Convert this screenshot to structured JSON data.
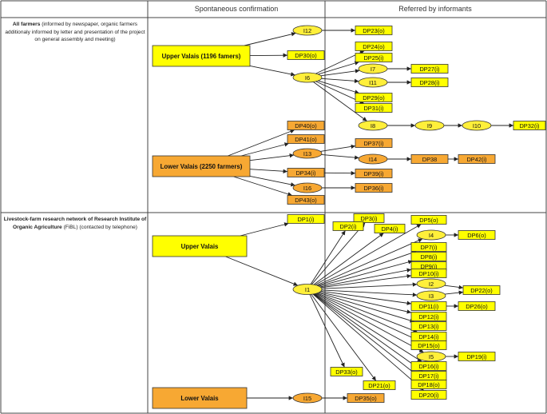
{
  "headers": {
    "spontaneous": "Spontaneous confirmation",
    "referred": "Referred by informants"
  },
  "sections": {
    "all_farmers": {
      "title": "All farmers",
      "detail": "(informed by newspaper, organic farmers additionaly informed by letter and presentation of the project on general assembly and meeting)"
    },
    "network": {
      "title": "Livestock-farm research network of Research Institute of Organic Agriculture",
      "detail": "(FiBL) (contacted by telephone)"
    }
  },
  "colors": {
    "yellow": "#ffff00",
    "orange": "#f7a833",
    "ellipse_yellow": "#ffef3a",
    "ellipse_orange": "#f7a833",
    "stroke": "#333333",
    "grid": "#444444"
  },
  "nodes": {
    "uv1": {
      "label": "Upper Valais (1196 famers)"
    },
    "lv1": {
      "label": "Lower Valais (2250 farmers)"
    },
    "uv2": {
      "label": "Upper Valais"
    },
    "lv2": {
      "label": "Lower Valais"
    },
    "I12": {
      "label": "I12"
    },
    "I6": {
      "label": "I6"
    },
    "I13": {
      "label": "I13"
    },
    "I16": {
      "label": "I16"
    },
    "I7": {
      "label": "I7"
    },
    "I11": {
      "label": "I11"
    },
    "I8": {
      "label": "I8"
    },
    "I9": {
      "label": "I9"
    },
    "I10": {
      "label": "I10"
    },
    "I14": {
      "label": "I14"
    },
    "I1": {
      "label": "I1"
    },
    "I2": {
      "label": "I2"
    },
    "I3": {
      "label": "I3"
    },
    "I4": {
      "label": "I4"
    },
    "I5": {
      "label": "I5"
    },
    "I15": {
      "label": "I15"
    },
    "DP23": {
      "label": "DP23(o)"
    },
    "DP30": {
      "label": "DP30(o)"
    },
    "DP24": {
      "label": "DP24(o)"
    },
    "DP25": {
      "label": "DP25(i)"
    },
    "DP27": {
      "label": "DP27(i)"
    },
    "DP28": {
      "label": "DP28(i)"
    },
    "DP29": {
      "label": "DP29(o)"
    },
    "DP31": {
      "label": "DP31(i)"
    },
    "DP32": {
      "label": "DP32(i)"
    },
    "DP40": {
      "label": "DP40(o)"
    },
    "DP41": {
      "label": "DP41(o)"
    },
    "DP37": {
      "label": "DP37(i)"
    },
    "DP38": {
      "label": "DP38"
    },
    "DP42": {
      "label": "DP42(i)"
    },
    "DP34": {
      "label": "DP34(i)"
    },
    "DP39": {
      "label": "DP39(i)"
    },
    "DP36": {
      "label": "DP36(i)"
    },
    "DP43": {
      "label": "DP43(o)"
    },
    "DP1": {
      "label": "DP1(i)"
    },
    "DP3": {
      "label": "DP3(i)"
    },
    "DP2": {
      "label": "DP2(i)"
    },
    "DP4": {
      "label": "DP4(i)"
    },
    "DP5": {
      "label": "DP5(o)"
    },
    "DP6": {
      "label": "DP6(o)"
    },
    "DP7": {
      "label": "DP7(i)"
    },
    "DP8": {
      "label": "DP8(i)"
    },
    "DP9": {
      "label": "DP9(i)"
    },
    "DP10": {
      "label": "DP10(i)"
    },
    "DP22": {
      "label": "DP22(o)"
    },
    "DP11": {
      "label": "DP11(i)"
    },
    "DP26": {
      "label": "DP26(o)"
    },
    "DP12": {
      "label": "DP12(i)"
    },
    "DP13": {
      "label": "DP13(i)"
    },
    "DP14": {
      "label": "DP14(i)"
    },
    "DP15": {
      "label": "DP15(o)"
    },
    "DP19": {
      "label": "DP19(i)"
    },
    "DP16": {
      "label": "DP16(i)"
    },
    "DP17": {
      "label": "DP17(i)"
    },
    "DP33": {
      "label": "DP33(o)"
    },
    "DP18": {
      "label": "DP18(o)"
    },
    "DP21": {
      "label": "DP21(o)"
    },
    "DP20": {
      "label": "DP20(i)"
    },
    "DP35": {
      "label": "DP35(o)"
    }
  },
  "edges": [
    [
      "uv1",
      "I12"
    ],
    [
      "uv1",
      "DP30"
    ],
    [
      "uv1",
      "I6"
    ],
    [
      "I12",
      "DP23"
    ],
    [
      "I6",
      "DP24"
    ],
    [
      "I6",
      "DP25"
    ],
    [
      "I6",
      "I7"
    ],
    [
      "I6",
      "I11"
    ],
    [
      "I6",
      "DP29"
    ],
    [
      "I6",
      "DP31"
    ],
    [
      "I6",
      "I8"
    ],
    [
      "I7",
      "DP27"
    ],
    [
      "I11",
      "DP28"
    ],
    [
      "I8",
      "I9"
    ],
    [
      "I9",
      "I10"
    ],
    [
      "I10",
      "DP32"
    ],
    [
      "lv1",
      "DP40"
    ],
    [
      "lv1",
      "DP41"
    ],
    [
      "lv1",
      "I13"
    ],
    [
      "lv1",
      "DP34"
    ],
    [
      "lv1",
      "I16"
    ],
    [
      "lv1",
      "DP43"
    ],
    [
      "I13",
      "DP37"
    ],
    [
      "I13",
      "I14"
    ],
    [
      "I14",
      "DP38"
    ],
    [
      "DP38",
      "DP42"
    ],
    [
      "DP34",
      "DP39"
    ],
    [
      "I16",
      "DP36"
    ],
    [
      "uv2",
      "DP1"
    ],
    [
      "uv2",
      "I1"
    ],
    [
      "I1",
      "DP2"
    ],
    [
      "I1",
      "DP3"
    ],
    [
      "I1",
      "DP4"
    ],
    [
      "I1",
      "DP5"
    ],
    [
      "I1",
      "I4"
    ],
    [
      "I1",
      "DP7"
    ],
    [
      "I1",
      "DP8"
    ],
    [
      "I1",
      "DP9"
    ],
    [
      "I1",
      "DP10"
    ],
    [
      "I1",
      "I2"
    ],
    [
      "I1",
      "I3"
    ],
    [
      "I1",
      "DP11"
    ],
    [
      "I1",
      "DP12"
    ],
    [
      "I1",
      "DP13"
    ],
    [
      "I1",
      "DP14"
    ],
    [
      "I1",
      "DP15"
    ],
    [
      "I1",
      "I5"
    ],
    [
      "I1",
      "DP16"
    ],
    [
      "I1",
      "DP17"
    ],
    [
      "I1",
      "DP18"
    ],
    [
      "I1",
      "DP20"
    ],
    [
      "I1",
      "DP21"
    ],
    [
      "I1",
      "DP33"
    ],
    [
      "I4",
      "DP6"
    ],
    [
      "I2",
      "DP22"
    ],
    [
      "I3",
      "DP22"
    ],
    [
      "DP11",
      "DP26"
    ],
    [
      "I5",
      "DP19"
    ],
    [
      "lv2",
      "I15"
    ],
    [
      "I15",
      "DP35"
    ]
  ]
}
